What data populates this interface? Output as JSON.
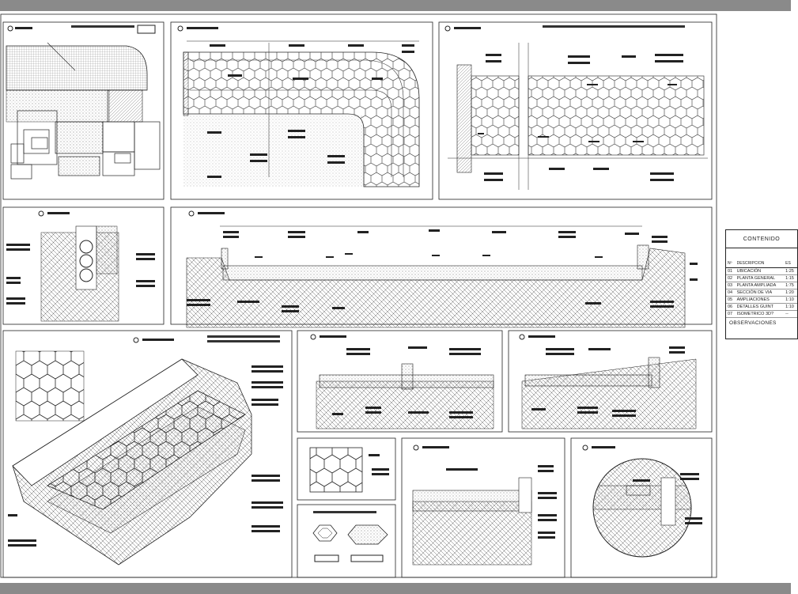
{
  "legend": {
    "title": "CONTENIDO",
    "headers": [
      "Nº",
      "DESCRIPCION",
      "ES"
    ],
    "rows": [
      {
        "no": "01",
        "desc": "UBICACIÓN",
        "scale": "1:25"
      },
      {
        "no": "02",
        "desc": "PLANTA GENERAL",
        "scale": "1:15"
      },
      {
        "no": "03",
        "desc": "PLANTA AMPLIADA",
        "scale": "1:75"
      },
      {
        "no": "04",
        "desc": "SECCIÓN DE VIA",
        "scale": "1:20"
      },
      {
        "no": "05",
        "desc": "AMPLIACIONES",
        "scale": "1:10"
      },
      {
        "no": "06",
        "desc": "DETALLES GUINT",
        "scale": "1:10"
      },
      {
        "no": "07",
        "desc": "ISOMETRICO 3D?",
        "scale": "--"
      }
    ],
    "observations": "OBSERVACIONES"
  },
  "colors": {
    "frame": "#8a8a8a",
    "line": "#222222",
    "hatch": "#555555"
  }
}
